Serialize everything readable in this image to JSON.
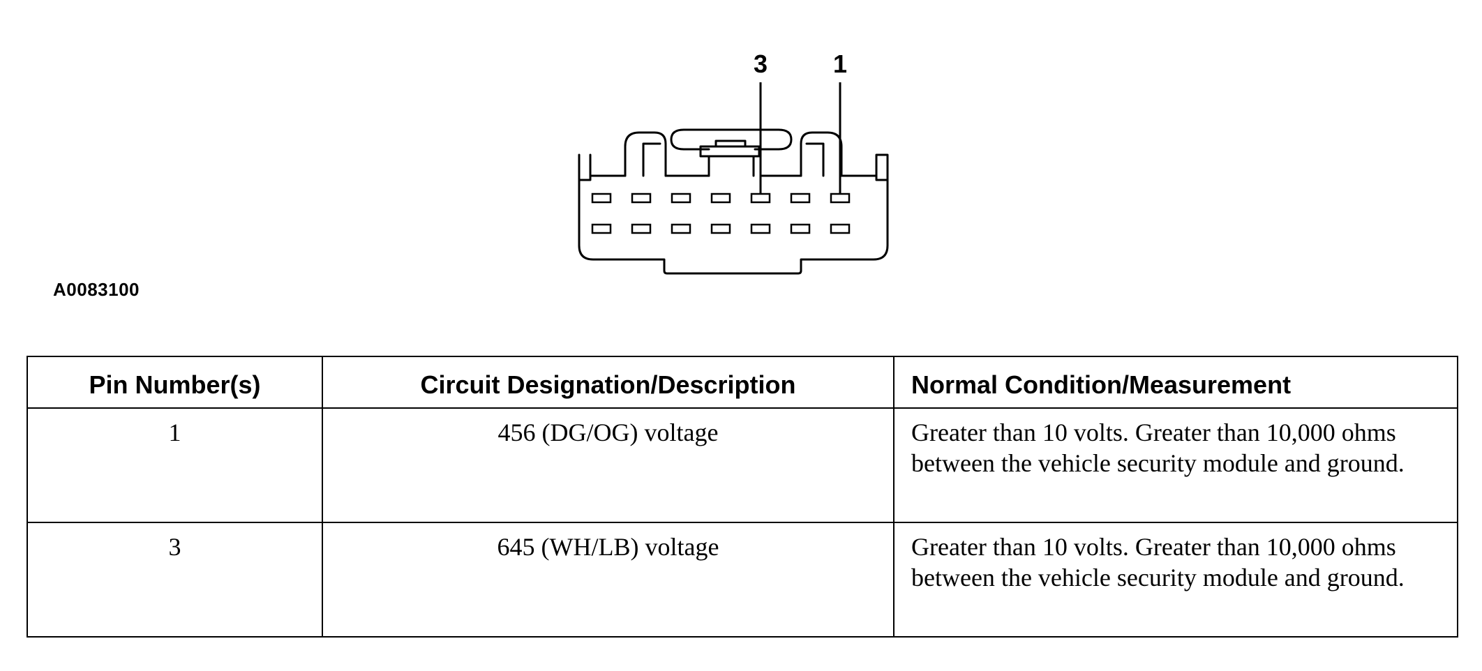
{
  "diagram": {
    "callouts": [
      {
        "label": "3",
        "pin_index": 5
      },
      {
        "label": "1",
        "pin_index": 7
      }
    ],
    "rows": 2,
    "pins_per_row": 7
  },
  "reference_id": "A0083100",
  "table": {
    "headers": [
      "Pin Number(s)",
      "Circuit Designation/Description",
      "Normal Condition/Measurement"
    ],
    "rows": [
      {
        "pin": "1",
        "circuit": "456 (DG/OG) voltage",
        "condition": "Greater than 10 volts. Greater than 10,000 ohms between the vehicle security module and ground."
      },
      {
        "pin": "3",
        "circuit": "645 (WH/LB) voltage",
        "condition": "Greater than 10 volts. Greater than 10,000 ohms between the vehicle security module and ground."
      }
    ]
  }
}
